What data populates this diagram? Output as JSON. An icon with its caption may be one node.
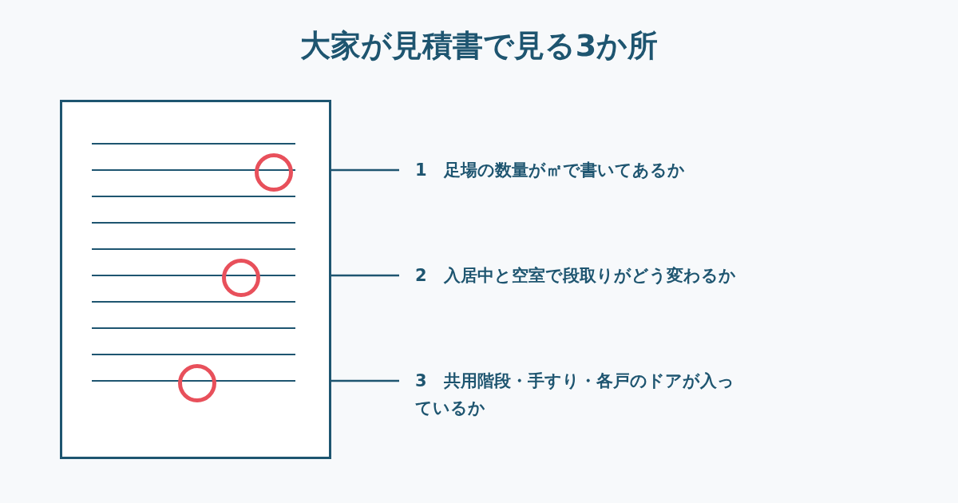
{
  "diagram": {
    "title": "大家が見積書で見る3か所",
    "nodes": [
      {
        "text": [],
        "shape": "picture"
      },
      {
        "text": [],
        "shape": "circle",
        "in": 0
      },
      {
        "text": [],
        "shape": "circle",
        "in": 0
      },
      {
        "text": [],
        "shape": "circle",
        "in": 0
      },
      {
        "text": [
          "1　足場の数量が㎡で書いてあるか"
        ]
      },
      {
        "text": [
          "2　入居中と空室で段取りがどう変わるか"
        ]
      },
      {
        "text": [
          "3　共用階段・手すり・各戸のドアが入っているか"
        ]
      }
    ],
    "edges": [
      {
        "from": 4,
        "to": 1,
        "arrow": "none"
      },
      {
        "from": 5,
        "to": 2,
        "arrow": "none"
      },
      {
        "from": 6,
        "to": 3,
        "arrow": "none"
      }
    ]
  }
}
